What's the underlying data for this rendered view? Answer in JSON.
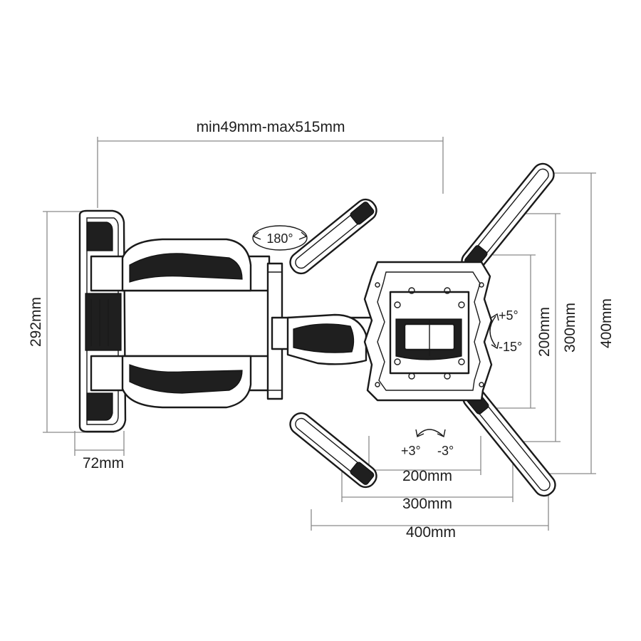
{
  "dimensions": {
    "extension": "min49mm-max515mm",
    "plate_height": "292mm",
    "plate_depth": "72mm",
    "vesa_h_200": "200mm",
    "vesa_h_300": "300mm",
    "vesa_h_400": "400mm",
    "vesa_v_200": "200mm",
    "vesa_v_300": "300mm",
    "vesa_v_400": "400mm"
  },
  "angles": {
    "swivel": "180°",
    "tilt_up": "+5°",
    "tilt_down": "-15°",
    "rotate_plus": "+3°",
    "rotate_minus": "-3°"
  },
  "icons": [
    "swivel-arrow-icon",
    "tilt-arrow-icon",
    "rotation-arrow-icon"
  ],
  "colors": {
    "ink": "#1a1a1a",
    "dimension_line": "#8a8a8a",
    "background": "#ffffff"
  }
}
